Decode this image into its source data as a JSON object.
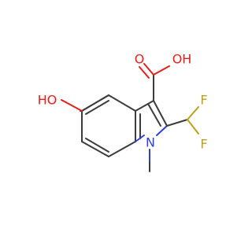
{
  "molecule": {
    "atoms": {
      "carboxyl_o_double": "O",
      "carboxyl_oh": "OH",
      "hydroxyl": "HO",
      "fluorine_top": "F",
      "fluorine_bottom": "F",
      "nitrogen": "N"
    },
    "colors": {
      "bond": "#3c3c3c",
      "oxygen": "#e0201b",
      "nitrogen": "#2f3fd6",
      "fluorine": "#b7a21a",
      "background": "#ffffff"
    }
  }
}
